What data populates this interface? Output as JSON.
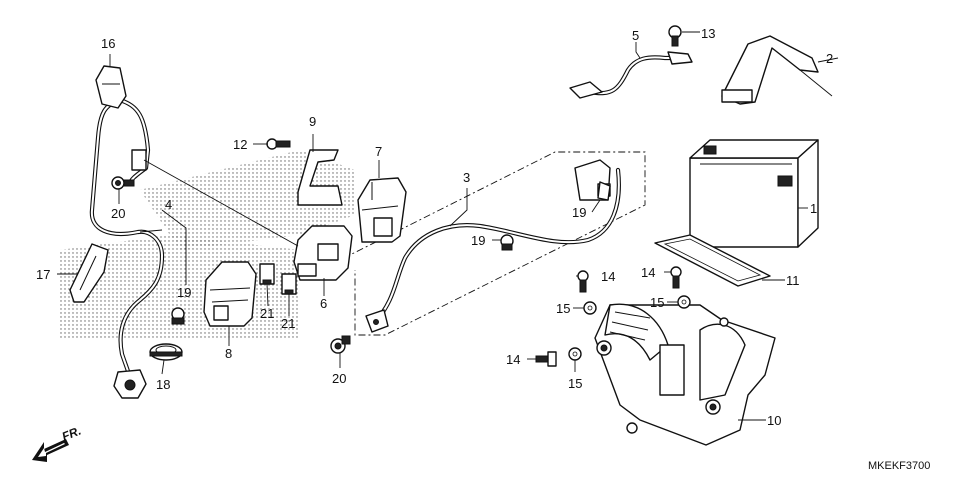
{
  "callouts": [
    {
      "id": "c1",
      "text": "1"
    },
    {
      "id": "c2",
      "text": "2"
    },
    {
      "id": "c3",
      "text": "3"
    },
    {
      "id": "c4",
      "text": "4"
    },
    {
      "id": "c5",
      "text": "5"
    },
    {
      "id": "c6",
      "text": "6"
    },
    {
      "id": "c7",
      "text": "7"
    },
    {
      "id": "c8",
      "text": "8"
    },
    {
      "id": "c9",
      "text": "9"
    },
    {
      "id": "c10",
      "text": "10"
    },
    {
      "id": "c11",
      "text": "11"
    },
    {
      "id": "c12",
      "text": "12"
    },
    {
      "id": "c13",
      "text": "13"
    },
    {
      "id": "c14a",
      "text": "14"
    },
    {
      "id": "c14b",
      "text": "14"
    },
    {
      "id": "c14c",
      "text": "14"
    },
    {
      "id": "c15a",
      "text": "15"
    },
    {
      "id": "c15b",
      "text": "15"
    },
    {
      "id": "c15c",
      "text": "15"
    },
    {
      "id": "c16",
      "text": "16"
    },
    {
      "id": "c17",
      "text": "17"
    },
    {
      "id": "c18",
      "text": "18"
    },
    {
      "id": "c19a",
      "text": "19"
    },
    {
      "id": "c19b",
      "text": "19"
    },
    {
      "id": "c19c",
      "text": "19"
    },
    {
      "id": "c20a",
      "text": "20"
    },
    {
      "id": "c20b",
      "text": "20"
    },
    {
      "id": "c21a",
      "text": "21"
    },
    {
      "id": "c21b",
      "text": "21"
    }
  ],
  "direction_label": "FR.",
  "diagram_code": "MKEKF3700"
}
